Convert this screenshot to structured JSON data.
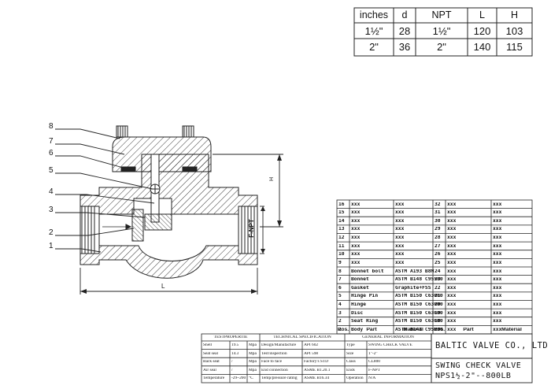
{
  "dims_table": {
    "headers": [
      "inches",
      "d",
      "NPT",
      "L",
      "H"
    ],
    "rows": [
      [
        "1½\"",
        "28",
        "1½\"",
        "120",
        "103"
      ],
      [
        "2\"",
        "36",
        "2\"",
        "140",
        "115"
      ]
    ]
  },
  "drawing": {
    "callouts": [
      "8",
      "7",
      "6",
      "5",
      "4",
      "3",
      "2",
      "1"
    ],
    "dim_L": "L",
    "dim_H": "H",
    "dim_NPT": "F-NPT"
  },
  "parts_table": {
    "headers": [
      "Pos.",
      "Part",
      "Material",
      "Pos.",
      "Part",
      "Material"
    ],
    "left": [
      [
        "16",
        "xxx",
        "xxx"
      ],
      [
        "15",
        "xxx",
        "xxx"
      ],
      [
        "14",
        "xxx",
        "xxx"
      ],
      [
        "13",
        "xxx",
        "xxx"
      ],
      [
        "12",
        "xxx",
        "xxx"
      ],
      [
        "11",
        "xxx",
        "xxx"
      ],
      [
        "10",
        "xxx",
        "xxx"
      ],
      [
        "9",
        "xxx",
        "xxx"
      ],
      [
        "8",
        "Bonnet bolt",
        "ASTM A193 B8M"
      ],
      [
        "7",
        "Bonnet",
        "ASTM B148 C95500"
      ],
      [
        "6",
        "Gasket",
        "Graphite+FSS"
      ],
      [
        "5",
        "Hinge Pin",
        "ASTM B150 C63000"
      ],
      [
        "4",
        "Hinge",
        "ASTM B150 C63000"
      ],
      [
        "3",
        "Disc",
        "ASTM B150 C63000"
      ],
      [
        "2",
        "Seat Ring",
        "ASTM B150 C63000"
      ],
      [
        "1",
        "Body",
        "ASTM B148 C95500"
      ]
    ],
    "right": [
      [
        "32",
        "xxx",
        "xxx"
      ],
      [
        "31",
        "xxx",
        "xxx"
      ],
      [
        "30",
        "xxx",
        "xxx"
      ],
      [
        "29",
        "xxx",
        "xxx"
      ],
      [
        "28",
        "xxx",
        "xxx"
      ],
      [
        "27",
        "xxx",
        "xxx"
      ],
      [
        "26",
        "xxx",
        "xxx"
      ],
      [
        "25",
        "xxx",
        "xxx"
      ],
      [
        "24",
        "xxx",
        "xxx"
      ],
      [
        "23",
        "xxx",
        "xxx"
      ],
      [
        "22",
        "xxx",
        "xxx"
      ],
      [
        "21",
        "xxx",
        "xxx"
      ],
      [
        "20",
        "xxx",
        "xxx"
      ],
      [
        "19",
        "xxx",
        "xxx"
      ],
      [
        "18",
        "xxx",
        "xxx"
      ],
      [
        "17",
        "xxx",
        "xxx"
      ]
    ]
  },
  "spec_table": {
    "headers": [
      "TESTPROPERTIE",
      "TECHNICAL SPECIFICATION",
      "GENERAL INFORMATION"
    ],
    "rows": [
      [
        "Shell",
        "19.5",
        "Mpa",
        "Design/Manufacture",
        "API 602",
        "Type",
        "SWING CHECK VALVE"
      ],
      [
        "Seat seal",
        "14.3",
        "Mpa",
        "Test/inspection",
        "API 598",
        "Size",
        "1\"-2\""
      ],
      [
        "Back seat",
        "/",
        "Mpa",
        "Face to face",
        "Factory's STD",
        "Class",
        "CL800"
      ],
      [
        "Air seal",
        "/",
        "Mpa",
        "End connection",
        "ASME B1.20.1",
        "Ends",
        "F-NPT"
      ],
      [
        "Temperature",
        "-29~200",
        "°C",
        "Temp/pressure rating",
        "ASME B16.34",
        "Operation",
        "N/A"
      ]
    ]
  },
  "title_block": {
    "company": "BALTIC VALVE CO., LTD",
    "title_line1": "SWING CHECK VALVE",
    "title_line2": "NPS1½-2\"--800LB"
  }
}
